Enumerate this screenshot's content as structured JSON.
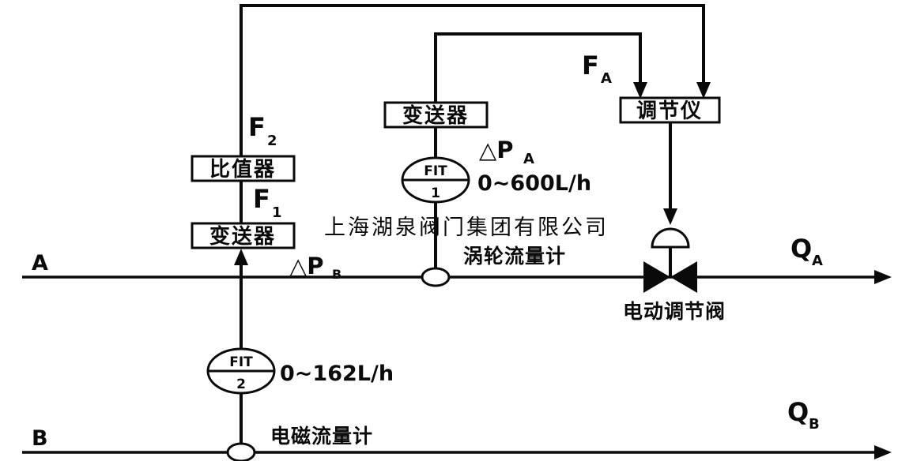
{
  "watermark": "上海湖泉阀门集团有限公司",
  "boxes": {
    "ratio_unit": "比值器",
    "transmitter_left": "变送器",
    "transmitter_mid": "变送器",
    "controller": "调节仪"
  },
  "instruments": {
    "fit1": {
      "tag": "FIT",
      "num": "1"
    },
    "fit2": {
      "tag": "FIT",
      "num": "2"
    }
  },
  "labels": {
    "f1": {
      "main": "F",
      "sub": "1"
    },
    "f2": {
      "main": "F",
      "sub": "2"
    },
    "fa": {
      "main": "F",
      "sub": "A"
    },
    "dpa": {
      "main": "△P",
      "sub": "A"
    },
    "dpb": {
      "main": "△P",
      "sub": "B"
    },
    "qa": {
      "main": "Q",
      "sub": "A"
    },
    "qb": {
      "main": "Q",
      "sub": "B"
    },
    "line_a": "A",
    "line_b": "B",
    "range_a": "0~600L/h",
    "range_b": "0~162L/h",
    "turbine_flowmeter": "涡轮流量计",
    "magnetic_flowmeter": "电磁流量计",
    "control_valve": "电动调节阀"
  },
  "colors": {
    "line": "#0a0a0a",
    "watermark": "#c9c9c9",
    "background": "#ffffff"
  }
}
